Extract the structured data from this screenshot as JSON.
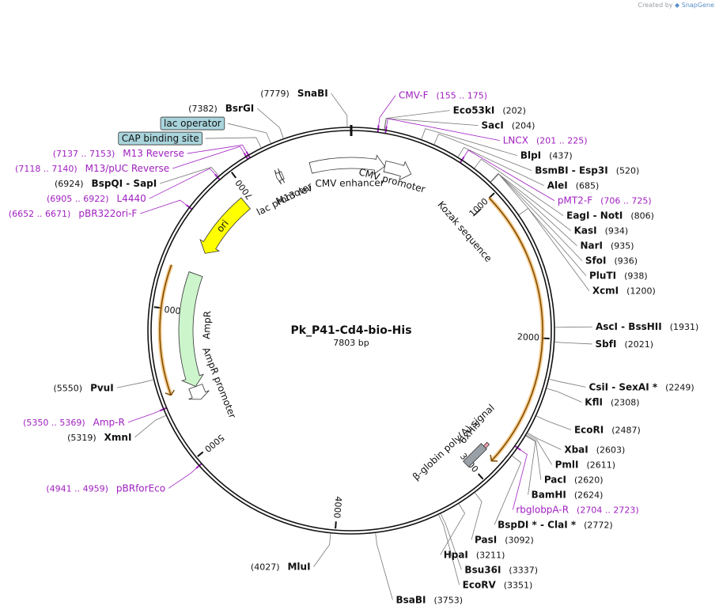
{
  "credit": {
    "prefix": "Created by",
    "brand": "SnapGene"
  },
  "plasmid": {
    "name": "Pk_P41-Cd4-bio-His",
    "length_label": "7803 bp",
    "length": 7803
  },
  "ticks": [
    {
      "pos": 1000,
      "label": "1000"
    },
    {
      "pos": 2000,
      "label": "2000"
    },
    {
      "pos": 3000,
      "label": "3000"
    },
    {
      "pos": 4000,
      "label": "4000"
    },
    {
      "pos": 5000,
      "label": "5000"
    },
    {
      "pos": 6000,
      "label": "6000"
    },
    {
      "pos": 7000,
      "label": "7000"
    }
  ],
  "features": [
    {
      "name": "CMV enhancer",
      "start": 7500,
      "end": 250,
      "color": "#ffffff",
      "label": "CMV enhancer"
    },
    {
      "name": "CMV promoter",
      "start": 251,
      "end": 454,
      "color": "#ffffff",
      "label": "CMV promoter"
    },
    {
      "name": "Kozak sequence",
      "start": 1010,
      "end": 1020,
      "color": "#ffffff",
      "label": "Kozak sequence"
    },
    {
      "name": "6xHis",
      "start": 2855,
      "end": 2872,
      "color": "#f4a0b0",
      "label": "6xHis"
    },
    {
      "name": "β-globin poly(A) signal",
      "start": 2900,
      "end": 2956,
      "color": "#9aa0a8",
      "label": "β-globin poly(A) signal"
    },
    {
      "name": "AmpR promoter",
      "start": 5320,
      "end": 5424,
      "color": "#ffffff",
      "label": "AmpR promoter"
    },
    {
      "name": "AmpR",
      "start": 5425,
      "end": 6285,
      "color": "#ccf5cc",
      "label": "AmpR"
    },
    {
      "name": "ori",
      "start": 6456,
      "end": 6944,
      "color": "#ffff00",
      "label": "ori"
    },
    {
      "name": "lac promoter",
      "start": 7240,
      "end": 7270,
      "color": "#ffffff",
      "label": "lac promoter"
    },
    {
      "name": "M13 rev",
      "start": 7271,
      "end": 7287,
      "color": "#ffffff",
      "label": "M13 rev"
    }
  ],
  "orfs": [
    {
      "start": 1000,
      "end": 2880,
      "dir": 1
    },
    {
      "start": 5425,
      "end": 6288,
      "dir": -1
    }
  ],
  "sites": [
    {
      "name": "SnaBI",
      "pos": "(7779)",
      "bp": 7779
    },
    {
      "name": "BsrGI",
      "pos": "(7382)",
      "bp": 7382
    },
    {
      "name": "Eco53kI",
      "pos": "(202)",
      "bp": 202
    },
    {
      "name": "SacI",
      "pos": "(204)",
      "bp": 204
    },
    {
      "name": "BlpI",
      "pos": "(437)",
      "bp": 437
    },
    {
      "name": "BsmBI - Esp3I",
      "pos": "(520)",
      "bp": 520
    },
    {
      "name": "AleI",
      "pos": "(685)",
      "bp": 685
    },
    {
      "name": "EagI - NotI",
      "pos": "(806)",
      "bp": 806
    },
    {
      "name": "KasI",
      "pos": "(934)",
      "bp": 934
    },
    {
      "name": "NarI",
      "pos": "(935)",
      "bp": 935
    },
    {
      "name": "SfoI",
      "pos": "(936)",
      "bp": 936
    },
    {
      "name": "PluTI",
      "pos": "(938)",
      "bp": 938
    },
    {
      "name": "XcmI",
      "pos": "(1200)",
      "bp": 1200
    },
    {
      "name": "AscI - BssHII",
      "pos": "(1931)",
      "bp": 1931
    },
    {
      "name": "SbfI",
      "pos": "(2021)",
      "bp": 2021
    },
    {
      "name": "CsiI - SexAI *",
      "pos": "(2249)",
      "bp": 2249
    },
    {
      "name": "KflI",
      "pos": "(2308)",
      "bp": 2308
    },
    {
      "name": "EcoRI",
      "pos": "(2487)",
      "bp": 2487
    },
    {
      "name": "XbaI",
      "pos": "(2603)",
      "bp": 2603
    },
    {
      "name": "PmlI",
      "pos": "(2611)",
      "bp": 2611
    },
    {
      "name": "PacI",
      "pos": "(2620)",
      "bp": 2620
    },
    {
      "name": "BamHI",
      "pos": "(2624)",
      "bp": 2624
    },
    {
      "name": "BspDI * - ClaI *",
      "pos": "(2772)",
      "bp": 2772
    },
    {
      "name": "PasI",
      "pos": "(3092)",
      "bp": 3092
    },
    {
      "name": "HpaI",
      "pos": "(3211)",
      "bp": 3211
    },
    {
      "name": "Bsu36I",
      "pos": "(3337)",
      "bp": 3337
    },
    {
      "name": "EcoRV",
      "pos": "(3351)",
      "bp": 3351
    },
    {
      "name": "BsaBI",
      "pos": "(3753)",
      "bp": 3753
    },
    {
      "name": "MluI",
      "pos": "(4027)",
      "bp": 4027
    },
    {
      "name": "XmnI",
      "pos": "(5319)",
      "bp": 5319
    },
    {
      "name": "PvuI",
      "pos": "(5550)",
      "bp": 5550
    },
    {
      "name": "BspQI - SapI",
      "pos": "(6924)",
      "bp": 6924
    }
  ],
  "primers": [
    {
      "name": "CMV-F",
      "range": "(155 .. 175)",
      "bp": 165
    },
    {
      "name": "LNCX",
      "range": "(201 .. 225)",
      "bp": 213
    },
    {
      "name": "pMT2-F",
      "range": "(706 .. 725)",
      "bp": 715
    },
    {
      "name": "rbglobpA-R",
      "range": "(2704 .. 2723)",
      "bp": 2713
    },
    {
      "name": "Amp-R",
      "range": "(5350 .. 5369)",
      "bp": 5360
    },
    {
      "name": "pBRforEco",
      "range": "(4941 .. 4959)",
      "bp": 4950
    },
    {
      "name": "pBR322ori-F",
      "range": "(6652 .. 6671)",
      "bp": 6661
    },
    {
      "name": "L4440",
      "range": "(6905 .. 6922)",
      "bp": 6913
    },
    {
      "name": "M13/pUC Reverse",
      "range": "(7118 .. 7140)",
      "bp": 7129
    },
    {
      "name": "M13 Reverse",
      "range": "(7137 .. 7153)",
      "bp": 7145
    }
  ],
  "boxed": [
    {
      "name": "lac operator",
      "bp": 7300
    },
    {
      "name": "CAP binding site",
      "bp": 7235
    }
  ],
  "colors": {
    "primer": "#a020c0",
    "orf": "#f0a030",
    "backbone": "#111111",
    "box_fill": "#a9d4dc"
  }
}
